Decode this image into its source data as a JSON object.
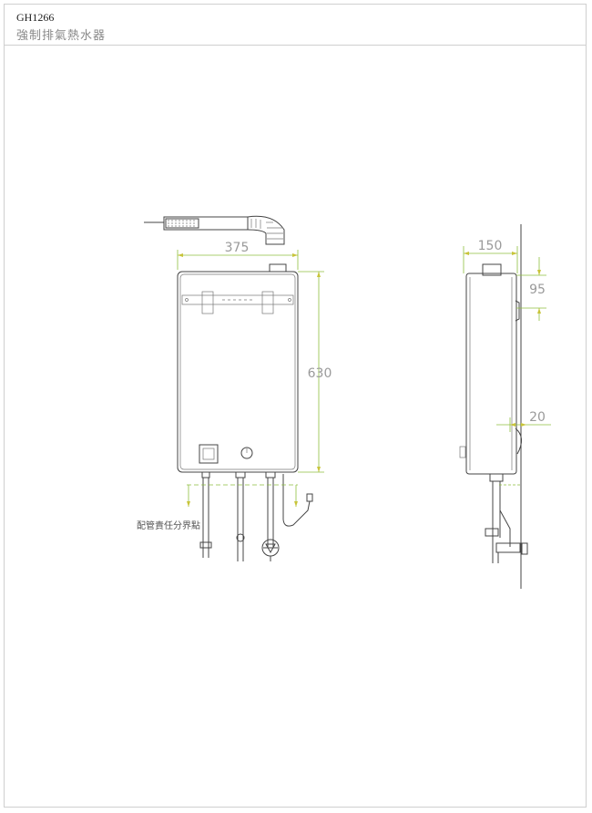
{
  "header": {
    "model": "GH1266",
    "title": "強制排氣熱水器"
  },
  "dimensions": {
    "width": "375",
    "height": "630",
    "depth": "150",
    "top_offset": "95",
    "bottom_offset": "20"
  },
  "annotations": {
    "piping_boundary": "配管責任分界點"
  },
  "colors": {
    "line": "#444444",
    "dimension_text": "#9a9a9a",
    "dimension_line": "#8fbf3f",
    "arrow": "#c8c43a"
  }
}
